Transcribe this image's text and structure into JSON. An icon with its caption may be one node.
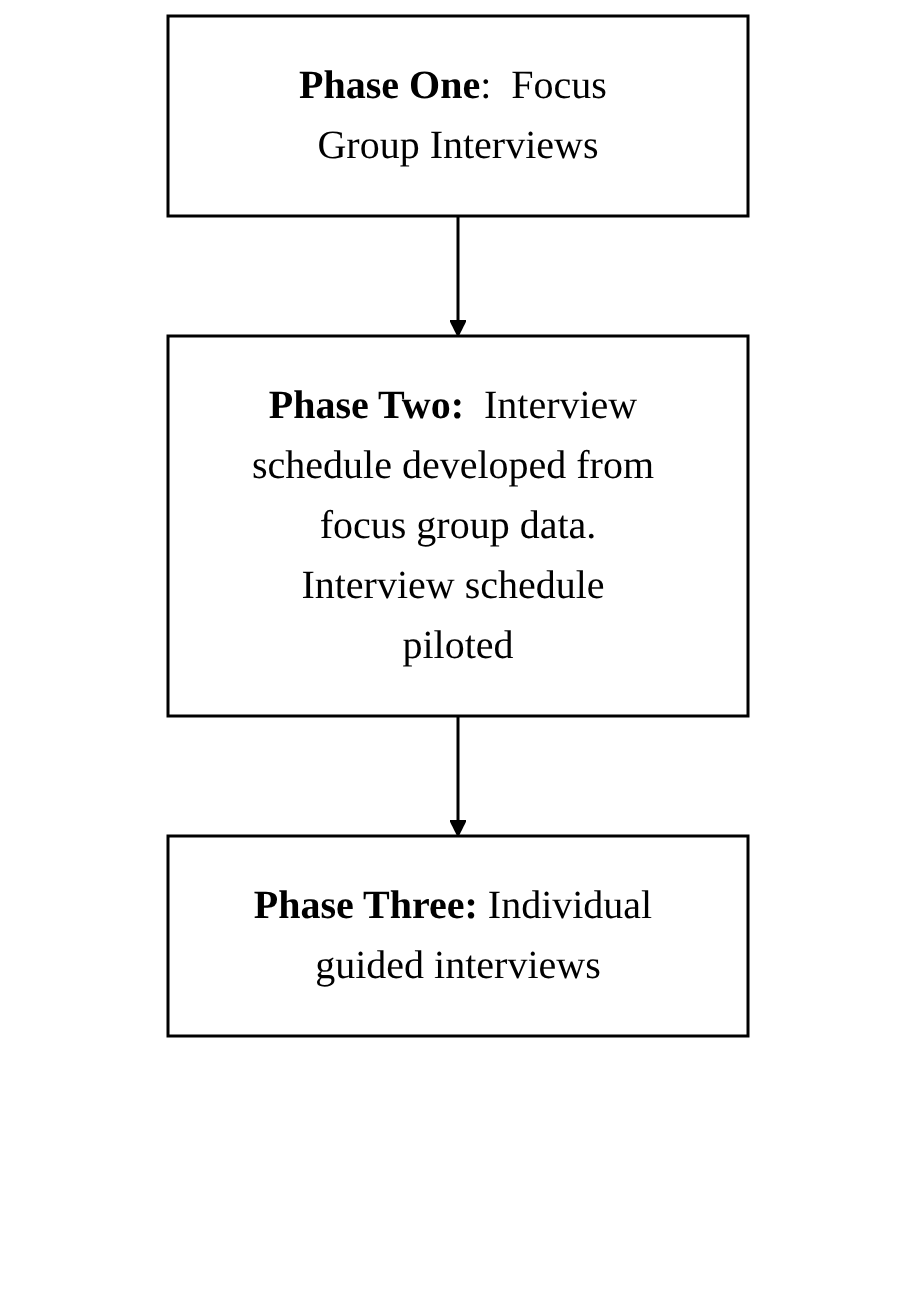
{
  "diagram": {
    "nodes": [
      {
        "text": [
          "**Phase One**:  Focus Group Interviews"
        ]
      },
      {
        "text": [
          "**Phase Two:**  Interview schedule developed from focus group data.",
          "Interview schedule piloted"
        ]
      },
      {
        "text": [
          "**Phase Three:** Individual guided interviews"
        ]
      }
    ],
    "edges": [
      {
        "from": 0,
        "to": 1,
        "arrow": "to"
      },
      {
        "from": 1,
        "to": 2,
        "arrow": "to"
      }
    ]
  }
}
